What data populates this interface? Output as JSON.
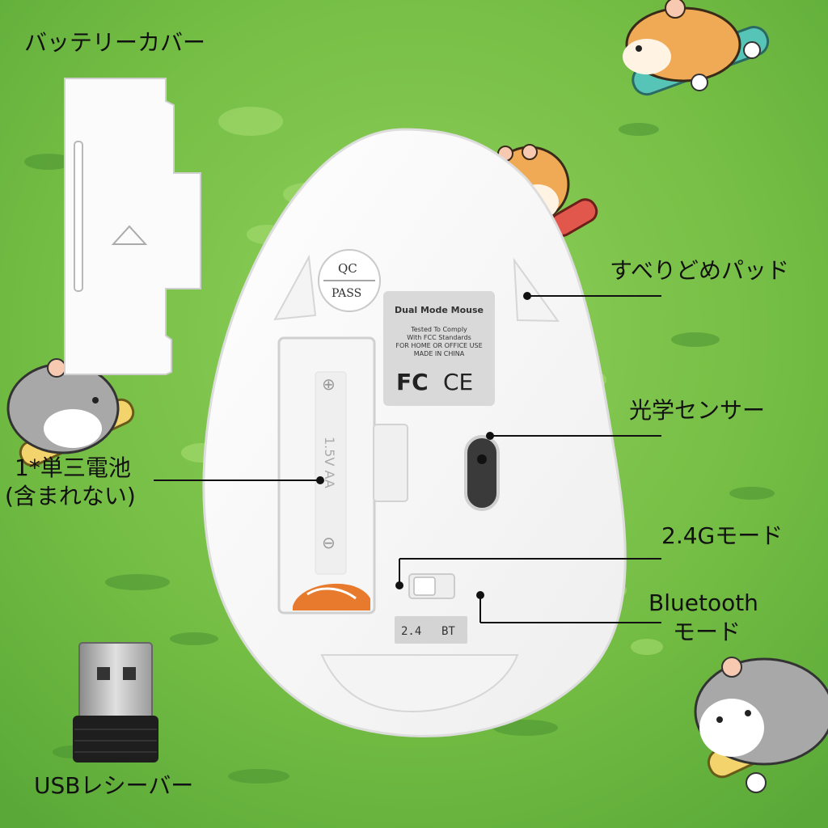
{
  "labels": {
    "battery_cover": "バッテリーカバー",
    "skid_pad": "すべりどめパッド",
    "optical_sensor": "光学センサー",
    "battery_line1": "1*単三電池",
    "battery_line2": "(含まれない)",
    "mode_24g": "2.4Gモード",
    "bluetooth_line1": "Bluetooth",
    "bluetooth_line2": "モード",
    "usb_receiver": "USBレシーバー"
  },
  "mouse": {
    "qc_top": "QC",
    "qc_bottom": "PASS",
    "sticker_title": "Dual Mode Mouse",
    "sticker_line1": "Tested To Comply",
    "sticker_line2": "With FCC Standards",
    "sticker_line3": "FOR HOME OR OFFICE USE",
    "sticker_line4": "MADE IN CHINA",
    "fcc_mark": "FC",
    "ce_mark": "CE",
    "battery_plus": "⊕",
    "battery_text": "1.5V AA",
    "battery_minus": "⊖",
    "switch_label_24": "2.4",
    "switch_label_bt": "BT"
  },
  "colors": {
    "grass": "#7cc247",
    "grass_dark": "#4f9a35",
    "shell": "#fbfbfb",
    "sticker": "#d9d9d9",
    "spring": "#e77a2c",
    "hamster_orange": "#f0a955",
    "hamster_gray": "#a8a8a8",
    "skate_yellow": "#f3d36b",
    "skate_teal": "#57c4b8",
    "skate_red": "#e2574c"
  }
}
